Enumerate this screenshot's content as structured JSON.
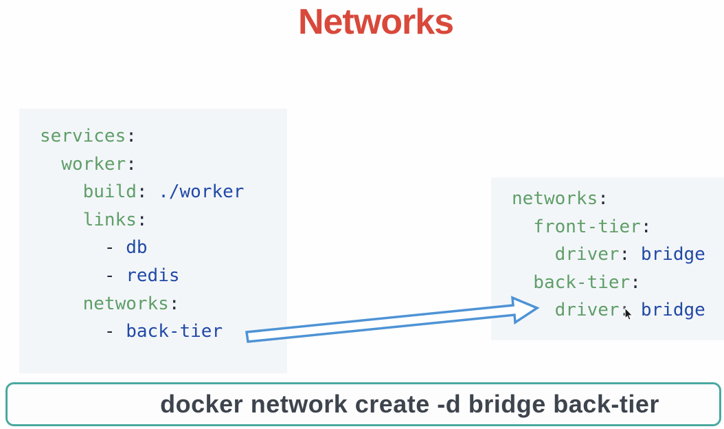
{
  "title": "Networks",
  "colors": {
    "title-red": "#d8493b",
    "key-green": "#5f9e68",
    "value-blue": "#2149a5",
    "punct-dark": "#232a38",
    "code-bg": "#f3f6f9",
    "arrow-blue": "#4e93d5",
    "box-border-teal": "#4aa8a0",
    "command-text": "#3d444d",
    "page-bg": "#fefefe"
  },
  "left_code": {
    "language": "yaml",
    "lines": [
      [
        [
          "services",
          "k"
        ],
        [
          ":",
          "p"
        ]
      ],
      [
        [
          "  worker",
          "k"
        ],
        [
          ":",
          "p"
        ]
      ],
      [
        [
          "    build",
          "k"
        ],
        [
          ":",
          "p"
        ],
        [
          " ./worker",
          "v"
        ]
      ],
      [
        [
          "    links",
          "k"
        ],
        [
          ":",
          "p"
        ]
      ],
      [
        [
          "      - ",
          "p"
        ],
        [
          "db",
          "v"
        ]
      ],
      [
        [
          "      - ",
          "p"
        ],
        [
          "redis",
          "v"
        ]
      ],
      [
        [
          "    networks",
          "k"
        ],
        [
          ":",
          "p"
        ]
      ],
      [
        [
          "      - ",
          "p"
        ],
        [
          "back-tier",
          "v"
        ]
      ]
    ]
  },
  "right_code": {
    "language": "yaml",
    "lines": [
      [
        [
          "networks",
          "k"
        ],
        [
          ":",
          "p"
        ]
      ],
      [
        [
          "  front-tier",
          "k"
        ],
        [
          ":",
          "p"
        ]
      ],
      [
        [
          "    driver",
          "k"
        ],
        [
          ":",
          "p"
        ],
        [
          " bridge",
          "v"
        ]
      ],
      [
        [
          "  back-tier",
          "k"
        ],
        [
          ":",
          "p"
        ]
      ],
      [
        [
          "    driver",
          "k"
        ],
        [
          ":",
          "p"
        ],
        [
          " bridge",
          "v"
        ]
      ]
    ]
  },
  "command": {
    "text": "docker network create -d bridge back-tier"
  }
}
